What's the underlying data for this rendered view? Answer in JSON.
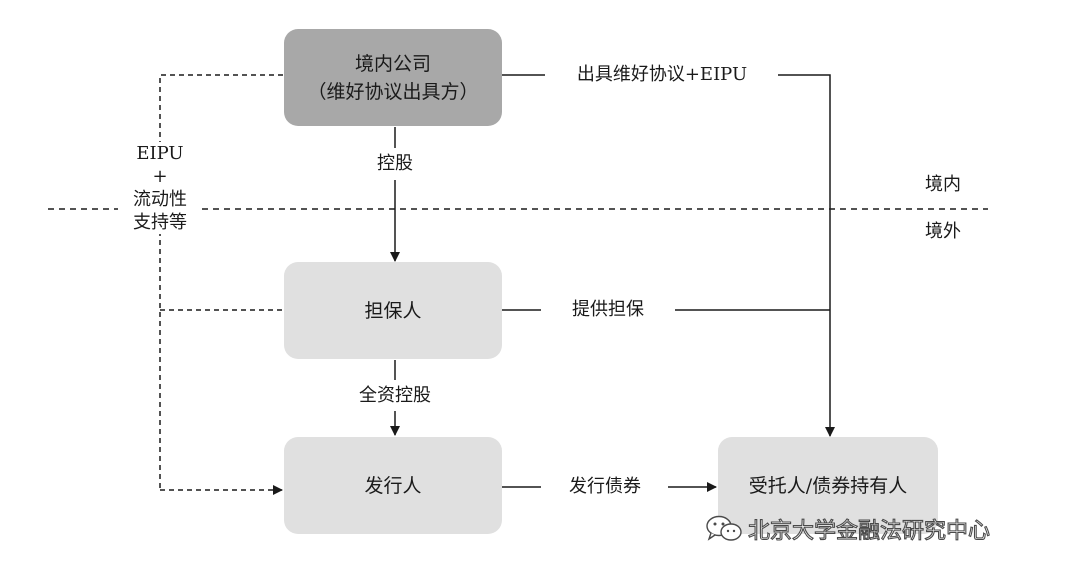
{
  "nodes": {
    "domestic_company": {
      "line1": "境内公司",
      "line2": "（维好协议出具方）"
    },
    "guarantor": {
      "label": "担保人"
    },
    "issuer": {
      "label": "发行人"
    },
    "trustee": {
      "label": "受托人/债券持有人"
    }
  },
  "edges": {
    "keepwell_eipu": "出具维好协议+EIPU",
    "control": "控股",
    "full_control": "全资控股",
    "guarantee": "提供担保",
    "issue_bonds": "发行债券",
    "support_line1": "EIPU",
    "support_line2": "+",
    "support_line3": "流动性",
    "support_line4": "支持等"
  },
  "regions": {
    "onshore": "境内",
    "offshore": "境外"
  },
  "watermark": "北京大学金融法研究中心",
  "colors": {
    "dark_box": "#a8a8a8",
    "light_box": "#e0e0e0",
    "line": "#1a1a1a"
  }
}
